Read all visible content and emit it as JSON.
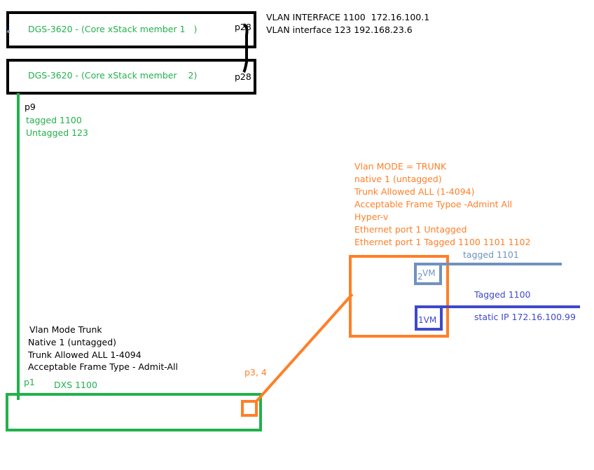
{
  "colors": {
    "black": "#000000",
    "green": "#22b14c",
    "orange": "#ff7f27",
    "steel_blue": "#7092be",
    "navy_blue": "#3f48cc"
  },
  "switch1": {
    "label": "DGS-3620 - (Core xStack member 1   )",
    "port": "p28"
  },
  "switch2": {
    "label": "DGS-3620 - (Core xStack member    2)",
    "port": "p28"
  },
  "vlan_info": [
    "VLAN INTERFACE 1100  172.16.100.1",
    "VLAN interface 123 192.168.23.6"
  ],
  "switch2_port": "p9",
  "switch2_uplink": [
    "tagged 1100",
    "Untagged 123"
  ],
  "dxs": {
    "label": "DXS 1100",
    "port_left": "p1",
    "port_right": "p3, 4"
  },
  "dxs_config": [
    "Vlan Mode Trunk",
    "Native 1 (untagged)",
    "Trunk Allowed ALL 1-4094",
    "Acceptable Frame Type - Admit-All"
  ],
  "hyperv_config": [
    "Vlan MODE = TRUNK",
    "native 1 (untagged)",
    "Trunk Allowed ALL (1-4094)",
    "Acceptable Frame Typoe -Admint All",
    "Hyper-v",
    "Ethernet port 1 Untagged",
    "Ethernet port 1 Tagged 1100 1101 1102"
  ],
  "vm2": {
    "number": "2",
    "label": "VM",
    "tag": "tagged 1101"
  },
  "vm1": {
    "label": "1VM",
    "tag": "Tagged 1100",
    "ip": "static IP 172.16.100.99"
  }
}
